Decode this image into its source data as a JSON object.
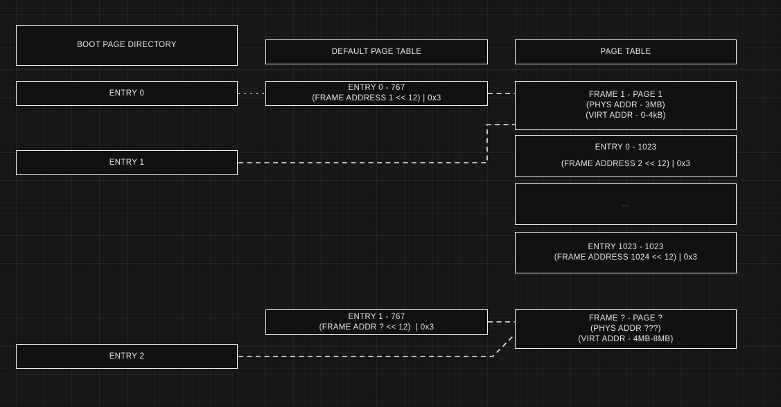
{
  "diagram": {
    "title": "paging-structure-diagram",
    "background_color": "#171717",
    "node_fill": "#111111",
    "node_stroke": "#f0f0f0",
    "connector_color": "#f2f2f2",
    "columns": [
      {
        "name": "boot-page-directory-column"
      },
      {
        "name": "default-page-table-column"
      },
      {
        "name": "page-table-column"
      }
    ],
    "nodes": {
      "boot_page_directory": {
        "lines": [
          "BOOT PAGE DIRECTORY"
        ]
      },
      "entry_0": {
        "lines": [
          "ENTRY 0"
        ]
      },
      "entry_1": {
        "lines": [
          "ENTRY 1"
        ]
      },
      "entry_2": {
        "lines": [
          "ENTRY 2"
        ]
      },
      "default_page_table": {
        "lines": [
          "DEFAULT PAGE TABLE"
        ]
      },
      "default_entry_0_767": {
        "lines": [
          "ENTRY 0 - 767",
          "(FRAME ADDRESS 1 << 12) | 0x3"
        ]
      },
      "default_entry_1_767": {
        "lines": [
          "ENTRY 1 - 767",
          "(FRAME ADDR ? << 12)  | 0x3"
        ]
      },
      "page_table": {
        "lines": [
          "PAGE TABLE"
        ]
      },
      "frame_1_page_1": {
        "lines": [
          "FRAME 1 - PAGE 1",
          "(PHYS ADDR - 3MB)",
          "(VIRT ADDR - 0-4kB)"
        ]
      },
      "pt_entry_0_1023": {
        "lines": [
          "ENTRY 0 - 1023",
          "(FRAME ADDRESS 2 << 12) | 0x3"
        ]
      },
      "pt_ellipsis": {
        "lines": [
          "..."
        ]
      },
      "pt_entry_1023_1023": {
        "lines": [
          "ENTRY 1023 - 1023",
          "(FRAME ADDRESS 1024 << 12) | 0x3"
        ]
      },
      "frame_q_page_q": {
        "lines": [
          "FRAME ? - PAGE ?",
          "(PHYS ADDR ???)",
          "(VIRT ADDR - 4MB-8MB)"
        ]
      }
    },
    "connectors": [
      {
        "name": "entry0-to-default-entry0",
        "style": "dotted"
      },
      {
        "name": "default-entry0-to-frame1",
        "style": "dashed"
      },
      {
        "name": "entry1-to-frame1",
        "style": "dashed"
      },
      {
        "name": "default-entry1-to-frameq",
        "style": "dashed"
      },
      {
        "name": "entry2-to-frameq",
        "style": "dashed"
      }
    ]
  }
}
